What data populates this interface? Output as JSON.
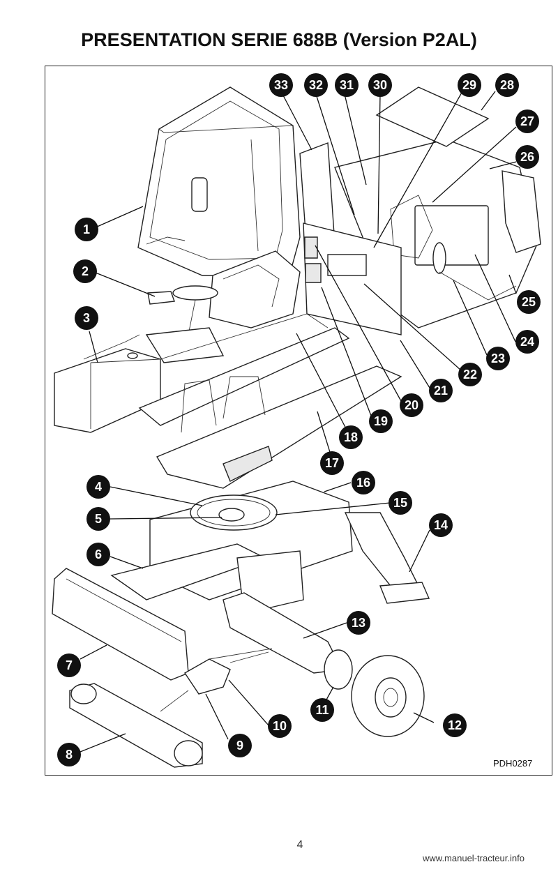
{
  "header": {
    "title": "PRESENTATION SERIE 688B (Version P2AL)"
  },
  "diagram": {
    "reference_code": "PDH0287",
    "callouts": [
      "1",
      "2",
      "3",
      "4",
      "5",
      "6",
      "7",
      "8",
      "9",
      "10",
      "11",
      "12",
      "13",
      "14",
      "15",
      "16",
      "17",
      "18",
      "19",
      "20",
      "21",
      "22",
      "23",
      "24",
      "25",
      "26",
      "27",
      "28",
      "29",
      "30",
      "31",
      "32",
      "33"
    ]
  },
  "footer": {
    "page_number": "4",
    "website": "www.manuel-tracteur.info"
  }
}
